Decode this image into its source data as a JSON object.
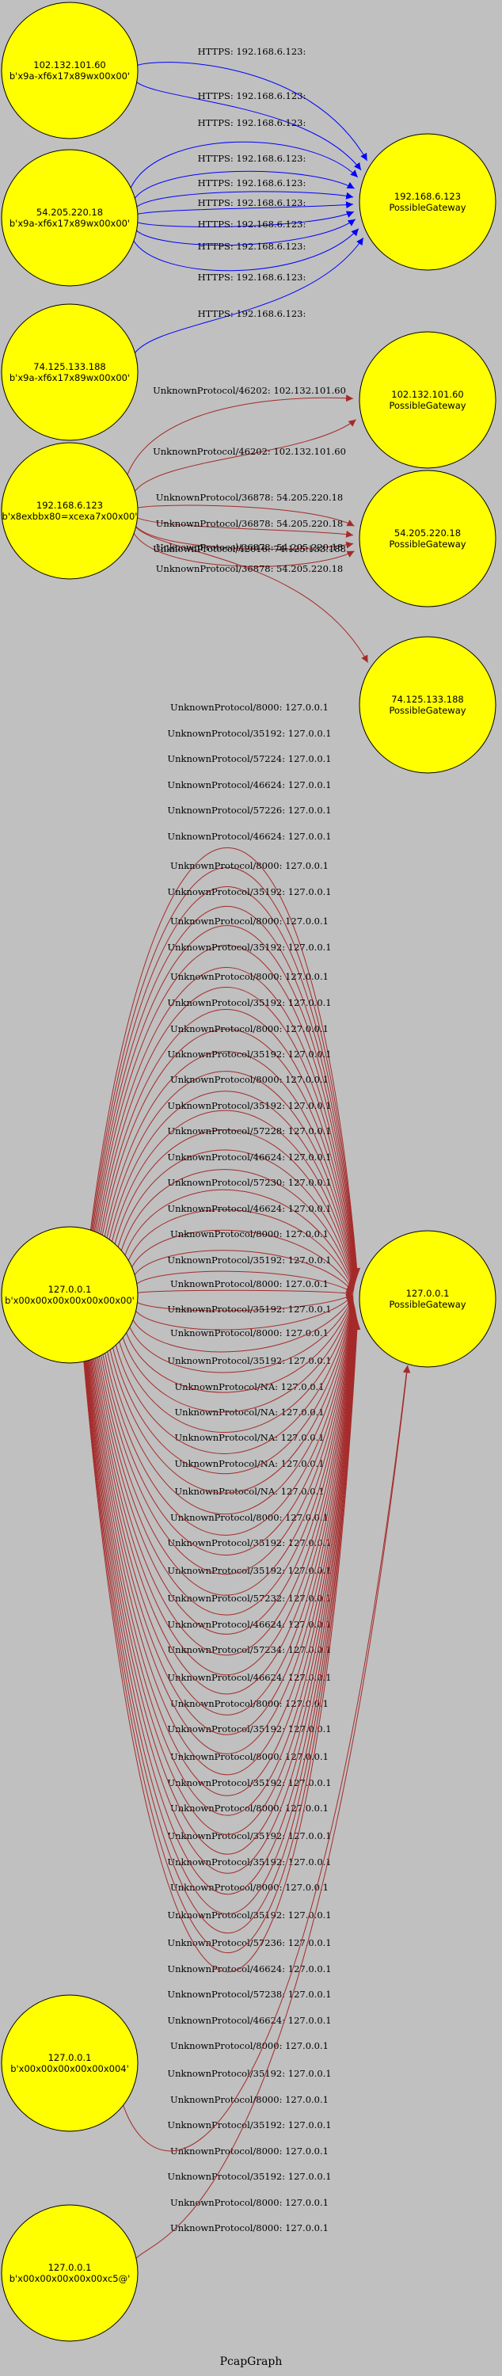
{
  "graph": {
    "title": "PcapGraph",
    "colors": {
      "background": "#c0c0c0",
      "node_fill": "#ffff00",
      "https_edge": "#0000ff",
      "unknown_edge": "#a52a2a"
    },
    "nodes": [
      {
        "id": "src1",
        "lines": [
          "102.132.101.60",
          "b'x9a-xf6x17x89wx00x00'"
        ]
      },
      {
        "id": "src2",
        "lines": [
          "54.205.220.18",
          "b'x9a-xf6x17x89wx00x00'"
        ]
      },
      {
        "id": "src3",
        "lines": [
          "74.125.133.188",
          "b'x9a-xf6x17x89wx00x00'"
        ]
      },
      {
        "id": "src4",
        "lines": [
          "192.168.6.123",
          "b'x8exbbx80=xcexa7x00x00'"
        ]
      },
      {
        "id": "src5",
        "lines": [
          "127.0.0.1",
          "b'x00x00x00x00x00x00x00'"
        ]
      },
      {
        "id": "src6",
        "lines": [
          "127.0.0.1",
          "b'x00x00x00x00x00x004'"
        ]
      },
      {
        "id": "src7",
        "lines": [
          "127.0.0.1",
          "b'x00x00x00x00x00xc5@'"
        ]
      },
      {
        "id": "gw1",
        "lines": [
          "192.168.6.123",
          "PossibleGateway"
        ]
      },
      {
        "id": "gw2",
        "lines": [
          "102.132.101.60",
          "PossibleGateway"
        ]
      },
      {
        "id": "gw3",
        "lines": [
          "54.205.220.18",
          "PossibleGateway"
        ]
      },
      {
        "id": "gw4",
        "lines": [
          "74.125.133.188",
          "PossibleGateway"
        ]
      },
      {
        "id": "gw5",
        "lines": [
          "127.0.0.1",
          "PossibleGateway"
        ]
      }
    ],
    "edges": [
      {
        "from": "src1",
        "to": "gw1",
        "label": "HTTPS: 192.168.6.123:",
        "kind": "https"
      },
      {
        "from": "src1",
        "to": "gw1",
        "label": "HTTPS: 192.168.6.123:",
        "kind": "https"
      },
      {
        "from": "src2",
        "to": "gw1",
        "label": "HTTPS: 192.168.6.123:",
        "kind": "https"
      },
      {
        "from": "src2",
        "to": "gw1",
        "label": "HTTPS: 192.168.6.123:",
        "kind": "https"
      },
      {
        "from": "src2",
        "to": "gw1",
        "label": "HTTPS: 192.168.6.123:",
        "kind": "https"
      },
      {
        "from": "src2",
        "to": "gw1",
        "label": "HTTPS: 192.168.6.123:",
        "kind": "https"
      },
      {
        "from": "src2",
        "to": "gw1",
        "label": "HTTPS: 192.168.6.123:",
        "kind": "https"
      },
      {
        "from": "src2",
        "to": "gw1",
        "label": "HTTPS: 192.168.6.123:",
        "kind": "https"
      },
      {
        "from": "src2",
        "to": "gw1",
        "label": "HTTPS: 192.168.6.123:",
        "kind": "https"
      },
      {
        "from": "src3",
        "to": "gw1",
        "label": "HTTPS: 192.168.6.123:",
        "kind": "https"
      },
      {
        "from": "src4",
        "to": "gw2",
        "label": "UnknownProtocol/46202: 102.132.101.60",
        "kind": "unknown"
      },
      {
        "from": "src4",
        "to": "gw2",
        "label": "UnknownProtocol/46202: 102.132.101.60",
        "kind": "unknown"
      },
      {
        "from": "src4",
        "to": "gw3",
        "label": "UnknownProtocol/36878: 54.205.220.18",
        "kind": "unknown"
      },
      {
        "from": "src4",
        "to": "gw3",
        "label": "UnknownProtocol/36878: 54.205.220.18",
        "kind": "unknown"
      },
      {
        "from": "src4",
        "to": "gw3",
        "label": "UnknownProtocol/36878: 54.205.220.18",
        "kind": "unknown"
      },
      {
        "from": "src4",
        "to": "gw3",
        "label": "UnknownProtocol/36878: 54.205.220.18",
        "kind": "unknown"
      },
      {
        "from": "src4",
        "to": "gw4",
        "label": "UnknownProtocol/42016: 74.125.133.188",
        "kind": "unknown"
      },
      {
        "from": "src5",
        "to": "gw5",
        "label": "UnknownProtocol/8000: 127.0.0.1",
        "kind": "unknown"
      },
      {
        "from": "src5",
        "to": "gw5",
        "label": "UnknownProtocol/35192: 127.0.0.1",
        "kind": "unknown"
      },
      {
        "from": "src5",
        "to": "gw5",
        "label": "UnknownProtocol/57224: 127.0.0.1",
        "kind": "unknown"
      },
      {
        "from": "src5",
        "to": "gw5",
        "label": "UnknownProtocol/46624: 127.0.0.1",
        "kind": "unknown"
      },
      {
        "from": "src5",
        "to": "gw5",
        "label": "UnknownProtocol/57226: 127.0.0.1",
        "kind": "unknown"
      },
      {
        "from": "src5",
        "to": "gw5",
        "label": "UnknownProtocol/46624: 127.0.0.1",
        "kind": "unknown"
      },
      {
        "from": "src5",
        "to": "gw5",
        "label": "UnknownProtocol/8000: 127.0.0.1",
        "kind": "unknown"
      },
      {
        "from": "src5",
        "to": "gw5",
        "label": "UnknownProtocol/35192: 127.0.0.1",
        "kind": "unknown"
      },
      {
        "from": "src5",
        "to": "gw5",
        "label": "UnknownProtocol/8000: 127.0.0.1",
        "kind": "unknown"
      },
      {
        "from": "src5",
        "to": "gw5",
        "label": "UnknownProtocol/35192: 127.0.0.1",
        "kind": "unknown"
      },
      {
        "from": "src5",
        "to": "gw5",
        "label": "UnknownProtocol/8000: 127.0.0.1",
        "kind": "unknown"
      },
      {
        "from": "src5",
        "to": "gw5",
        "label": "UnknownProtocol/35192: 127.0.0.1",
        "kind": "unknown"
      },
      {
        "from": "src5",
        "to": "gw5",
        "label": "UnknownProtocol/8000: 127.0.0.1",
        "kind": "unknown"
      },
      {
        "from": "src5",
        "to": "gw5",
        "label": "UnknownProtocol/35192: 127.0.0.1",
        "kind": "unknown"
      },
      {
        "from": "src5",
        "to": "gw5",
        "label": "UnknownProtocol/8000: 127.0.0.1",
        "kind": "unknown"
      },
      {
        "from": "src5",
        "to": "gw5",
        "label": "UnknownProtocol/35192: 127.0.0.1",
        "kind": "unknown"
      },
      {
        "from": "src5",
        "to": "gw5",
        "label": "UnknownProtocol/57228: 127.0.0.1",
        "kind": "unknown"
      },
      {
        "from": "src5",
        "to": "gw5",
        "label": "UnknownProtocol/46624: 127.0.0.1",
        "kind": "unknown"
      },
      {
        "from": "src5",
        "to": "gw5",
        "label": "UnknownProtocol/57230: 127.0.0.1",
        "kind": "unknown"
      },
      {
        "from": "src5",
        "to": "gw5",
        "label": "UnknownProtocol/46624: 127.0.0.1",
        "kind": "unknown"
      },
      {
        "from": "src5",
        "to": "gw5",
        "label": "UnknownProtocol/8000: 127.0.0.1",
        "kind": "unknown"
      },
      {
        "from": "src5",
        "to": "gw5",
        "label": "UnknownProtocol/35192: 127.0.0.1",
        "kind": "unknown"
      },
      {
        "from": "src5",
        "to": "gw5",
        "label": "UnknownProtocol/8000: 127.0.0.1",
        "kind": "unknown"
      },
      {
        "from": "src5",
        "to": "gw5",
        "label": "UnknownProtocol/35192: 127.0.0.1",
        "kind": "unknown"
      },
      {
        "from": "src5",
        "to": "gw5",
        "label": "UnknownProtocol/8000: 127.0.0.1",
        "kind": "unknown"
      },
      {
        "from": "src5",
        "to": "gw5",
        "label": "UnknownProtocol/35192: 127.0.0.1",
        "kind": "unknown"
      },
      {
        "from": "src5",
        "to": "gw5",
        "label": "UnknownProtocol/NA: 127.0.0.1",
        "kind": "unknown"
      },
      {
        "from": "src5",
        "to": "gw5",
        "label": "UnknownProtocol/NA: 127.0.0.1",
        "kind": "unknown"
      },
      {
        "from": "src5",
        "to": "gw5",
        "label": "UnknownProtocol/NA: 127.0.0.1",
        "kind": "unknown"
      },
      {
        "from": "src5",
        "to": "gw5",
        "label": "UnknownProtocol/NA: 127.0.0.1",
        "kind": "unknown"
      },
      {
        "from": "src5",
        "to": "gw5",
        "label": "UnknownProtocol/NA: 127.0.0.1",
        "kind": "unknown"
      },
      {
        "from": "src5",
        "to": "gw5",
        "label": "UnknownProtocol/8000: 127.0.0.1",
        "kind": "unknown"
      },
      {
        "from": "src5",
        "to": "gw5",
        "label": "UnknownProtocol/35192: 127.0.0.1",
        "kind": "unknown"
      },
      {
        "from": "src5",
        "to": "gw5",
        "label": "UnknownProtocol/35192: 127.0.0.1",
        "kind": "unknown"
      },
      {
        "from": "src5",
        "to": "gw5",
        "label": "UnknownProtocol/57232: 127.0.0.1",
        "kind": "unknown"
      },
      {
        "from": "src5",
        "to": "gw5",
        "label": "UnknownProtocol/46624: 127.0.0.1",
        "kind": "unknown"
      },
      {
        "from": "src5",
        "to": "gw5",
        "label": "UnknownProtocol/57234: 127.0.0.1",
        "kind": "unknown"
      },
      {
        "from": "src5",
        "to": "gw5",
        "label": "UnknownProtocol/46624: 127.0.0.1",
        "kind": "unknown"
      },
      {
        "from": "src5",
        "to": "gw5",
        "label": "UnknownProtocol/8000: 127.0.0.1",
        "kind": "unknown"
      },
      {
        "from": "src5",
        "to": "gw5",
        "label": "UnknownProtocol/35192: 127.0.0.1",
        "kind": "unknown"
      },
      {
        "from": "src5",
        "to": "gw5",
        "label": "UnknownProtocol/8000: 127.0.0.1",
        "kind": "unknown"
      },
      {
        "from": "src5",
        "to": "gw5",
        "label": "UnknownProtocol/35192: 127.0.0.1",
        "kind": "unknown"
      },
      {
        "from": "src5",
        "to": "gw5",
        "label": "UnknownProtocol/8000: 127.0.0.1",
        "kind": "unknown"
      },
      {
        "from": "src5",
        "to": "gw5",
        "label": "UnknownProtocol/35192: 127.0.0.1",
        "kind": "unknown"
      },
      {
        "from": "src5",
        "to": "gw5",
        "label": "UnknownProtocol/35192: 127.0.0.1",
        "kind": "unknown"
      },
      {
        "from": "src5",
        "to": "gw5",
        "label": "UnknownProtocol/8000: 127.0.0.1",
        "kind": "unknown"
      },
      {
        "from": "src5",
        "to": "gw5",
        "label": "UnknownProtocol/35192: 127.0.0.1",
        "kind": "unknown"
      },
      {
        "from": "src5",
        "to": "gw5",
        "label": "UnknownProtocol/57236: 127.0.0.1",
        "kind": "unknown"
      },
      {
        "from": "src5",
        "to": "gw5",
        "label": "UnknownProtocol/46624: 127.0.0.1",
        "kind": "unknown"
      },
      {
        "from": "src5",
        "to": "gw5",
        "label": "UnknownProtocol/57238: 127.0.0.1",
        "kind": "unknown"
      },
      {
        "from": "src5",
        "to": "gw5",
        "label": "UnknownProtocol/46624: 127.0.0.1",
        "kind": "unknown"
      },
      {
        "from": "src5",
        "to": "gw5",
        "label": "UnknownProtocol/8000: 127.0.0.1",
        "kind": "unknown"
      },
      {
        "from": "src5",
        "to": "gw5",
        "label": "UnknownProtocol/35192: 127.0.0.1",
        "kind": "unknown"
      },
      {
        "from": "src5",
        "to": "gw5",
        "label": "UnknownProtocol/8000: 127.0.0.1",
        "kind": "unknown"
      },
      {
        "from": "src5",
        "to": "gw5",
        "label": "UnknownProtocol/35192: 127.0.0.1",
        "kind": "unknown"
      },
      {
        "from": "src5",
        "to": "gw5",
        "label": "UnknownProtocol/8000: 127.0.0.1",
        "kind": "unknown"
      },
      {
        "from": "src5",
        "to": "gw5",
        "label": "UnknownProtocol/35192: 127.0.0.1",
        "kind": "unknown"
      },
      {
        "from": "src6",
        "to": "gw5",
        "label": "UnknownProtocol/8000: 127.0.0.1",
        "kind": "unknown"
      },
      {
        "from": "src7",
        "to": "gw5",
        "label": "UnknownProtocol/8000: 127.0.0.1",
        "kind": "unknown"
      }
    ]
  }
}
